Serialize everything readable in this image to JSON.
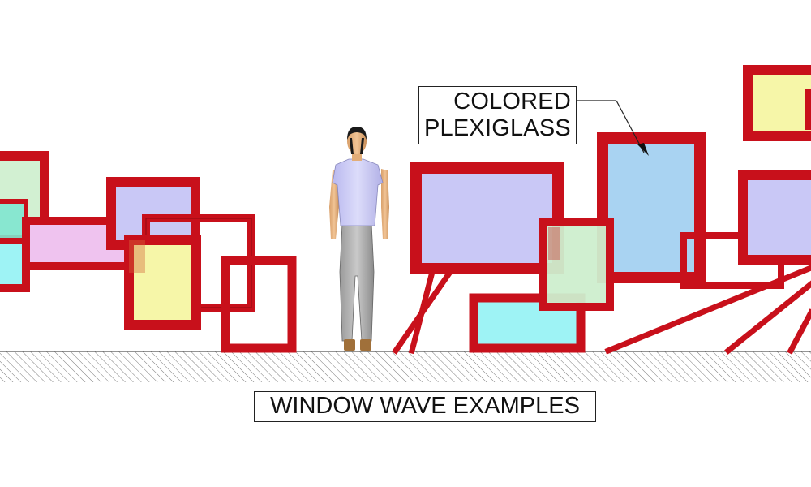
{
  "callout": {
    "line1": "COLORED",
    "line2": "PLEXIGLASS"
  },
  "caption": "WINDOW WAVE EXAMPLES",
  "colors": {
    "frame": "#c8101b",
    "frame_dark": "#8e0a12",
    "lavender": "#c9c8f6",
    "yellow": "#f6f6a8",
    "mint": "#cdeecd",
    "pink": "#efc3ef",
    "sky_blue": "#a9d3f2",
    "cyan": "#9ef3f5",
    "teal": "#7fe6cf",
    "ground_hatch": "#777777"
  },
  "icons": {
    "figure": "human-figure-icon"
  }
}
